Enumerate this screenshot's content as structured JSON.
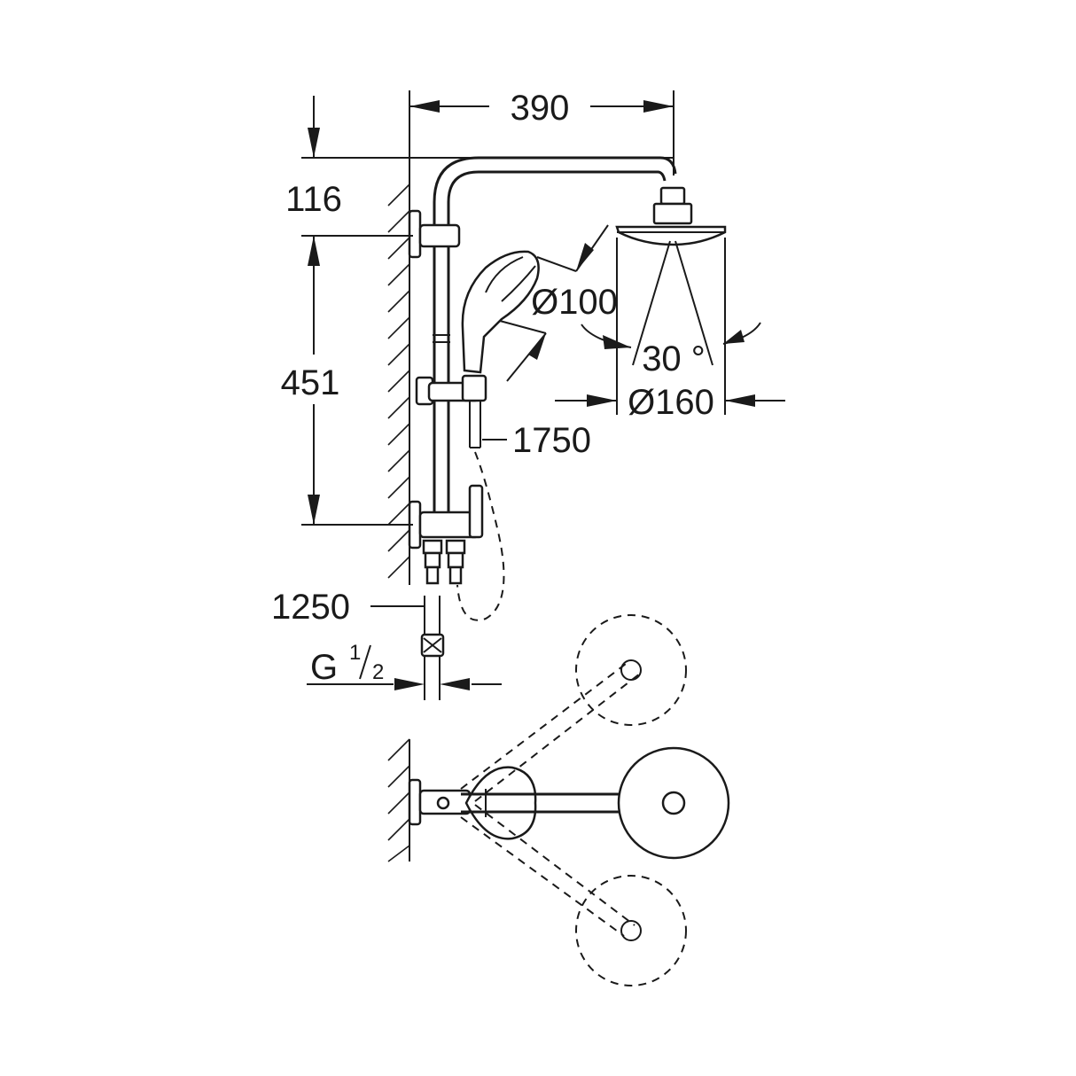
{
  "dimensions": {
    "rail_to_head_width": "390",
    "arm_height": "116",
    "bracket_spacing": "451",
    "hand_shower_diameter": "Ø100",
    "swivel_angle": "30 °",
    "head_shower_diameter": "Ø160",
    "rail_length": "1750",
    "hose_length": "1250",
    "thread_prefix": "G",
    "thread_num": "1",
    "thread_den": "2"
  }
}
